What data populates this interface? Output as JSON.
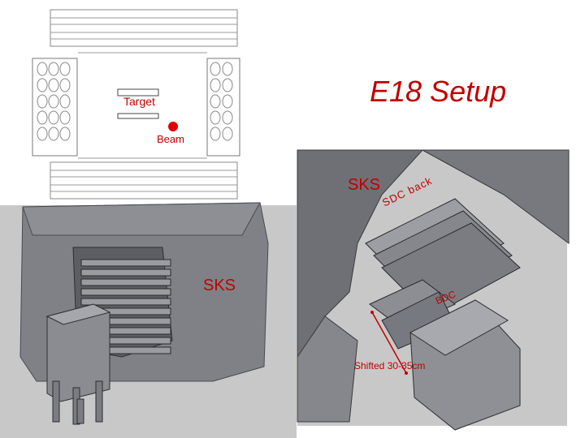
{
  "title": "E18 Setup",
  "labels": {
    "target": "Target",
    "beam": "Beam",
    "sks_top": "SKS",
    "sks_left": "SKS",
    "sdc_back": "SDC back",
    "bdc": "BDC",
    "shifted": "Shifted 30-35cm"
  },
  "colors": {
    "accent_red": "#c00000",
    "beam_dot": "#e00000",
    "magnet_gray": "#7d7f85",
    "background_gray": "#c9c9c9"
  }
}
